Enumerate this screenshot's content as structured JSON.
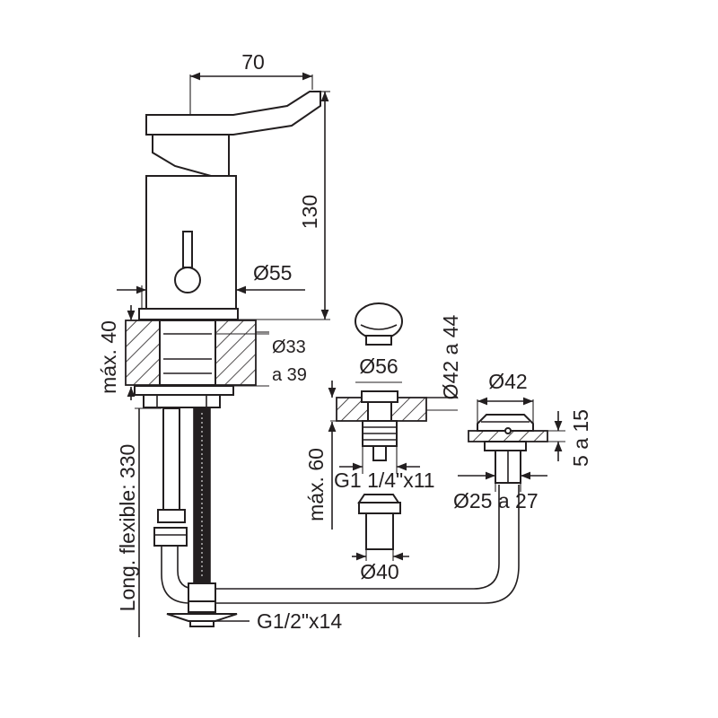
{
  "dimensions": {
    "width_70": "70",
    "height_130": "130",
    "dia_55": "Ø55",
    "hole_33": "Ø33",
    "hole_39": "a 39",
    "max_40": "máx. 40",
    "flex_330": "Long. flexible: 330",
    "dia_56": "Ø56",
    "dia_42_44": "Ø42 a 44",
    "thread_g114": "G1 1/4\"x11",
    "max_60": "máx. 60",
    "dia_40": "Ø40",
    "dia_42": "Ø42",
    "gap_5_15": "5 a 15",
    "dia_25_27": "Ø25 a 27",
    "thread_g12": "G1/2\"x14"
  }
}
